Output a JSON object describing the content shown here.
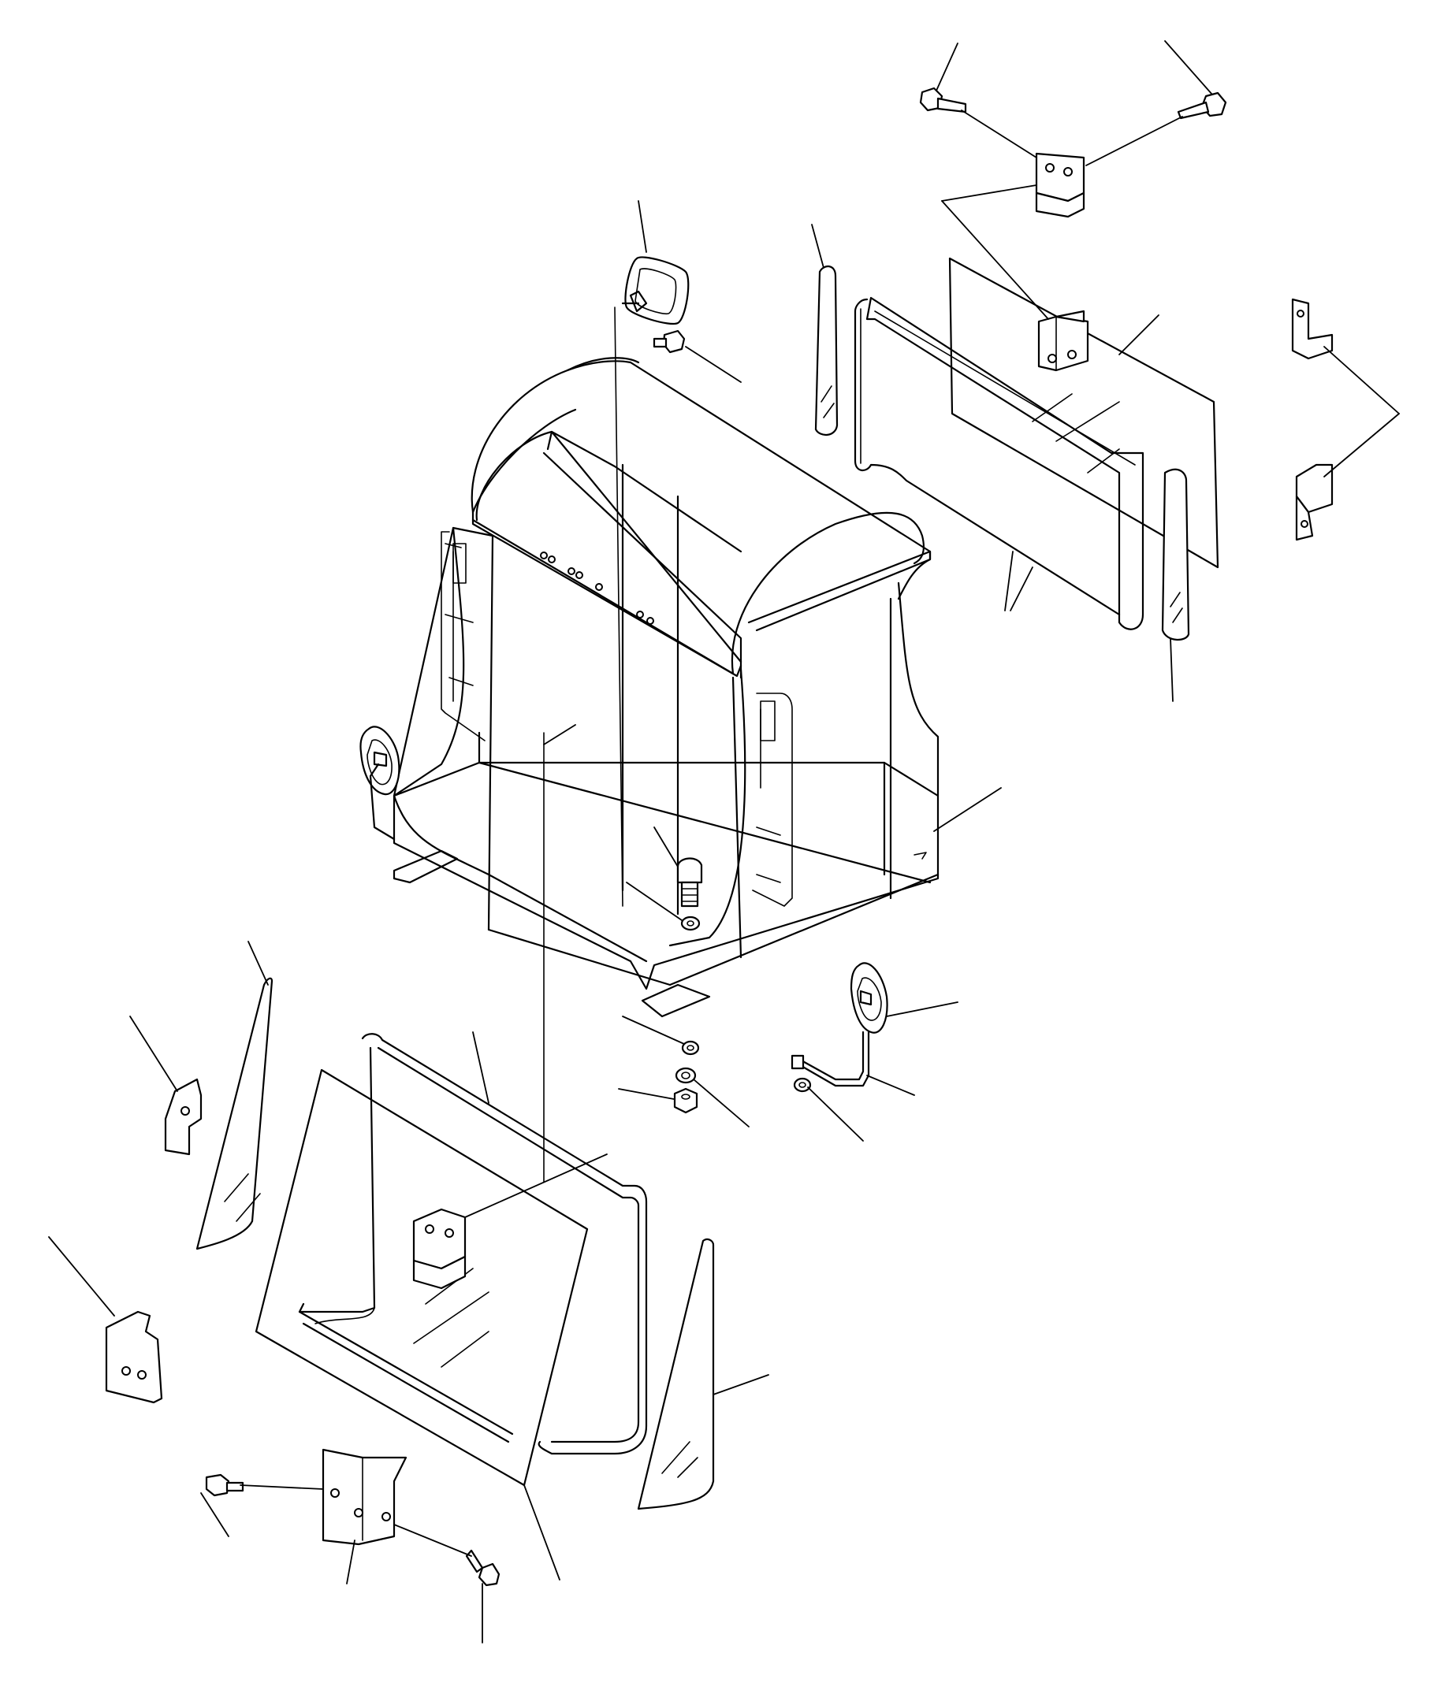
{
  "diagram": {
    "line_color": "#000000",
    "background": "#ffffff",
    "parts": [
      "cab-frame",
      "rear-window-frame",
      "rear-glass",
      "front-window-frame",
      "front-glass",
      "side-glass-rear-left",
      "side-glass-rear-right",
      "side-glass-front-left",
      "side-glass-front-right",
      "mirror-top",
      "mirror-left",
      "mirror-right",
      "mirror-stay",
      "bracket-top-center",
      "bracket-top-lower",
      "bracket-right-a",
      "bracket-right-b",
      "bracket-front-center",
      "bracket-left-a",
      "bracket-left-b",
      "bracket-bottom",
      "bolt-top-left",
      "bolt-top-right",
      "bolt-center",
      "bolt-bottom-left",
      "bolt-bottom-right",
      "washer",
      "lock-washer",
      "nut",
      "nut-small"
    ]
  }
}
